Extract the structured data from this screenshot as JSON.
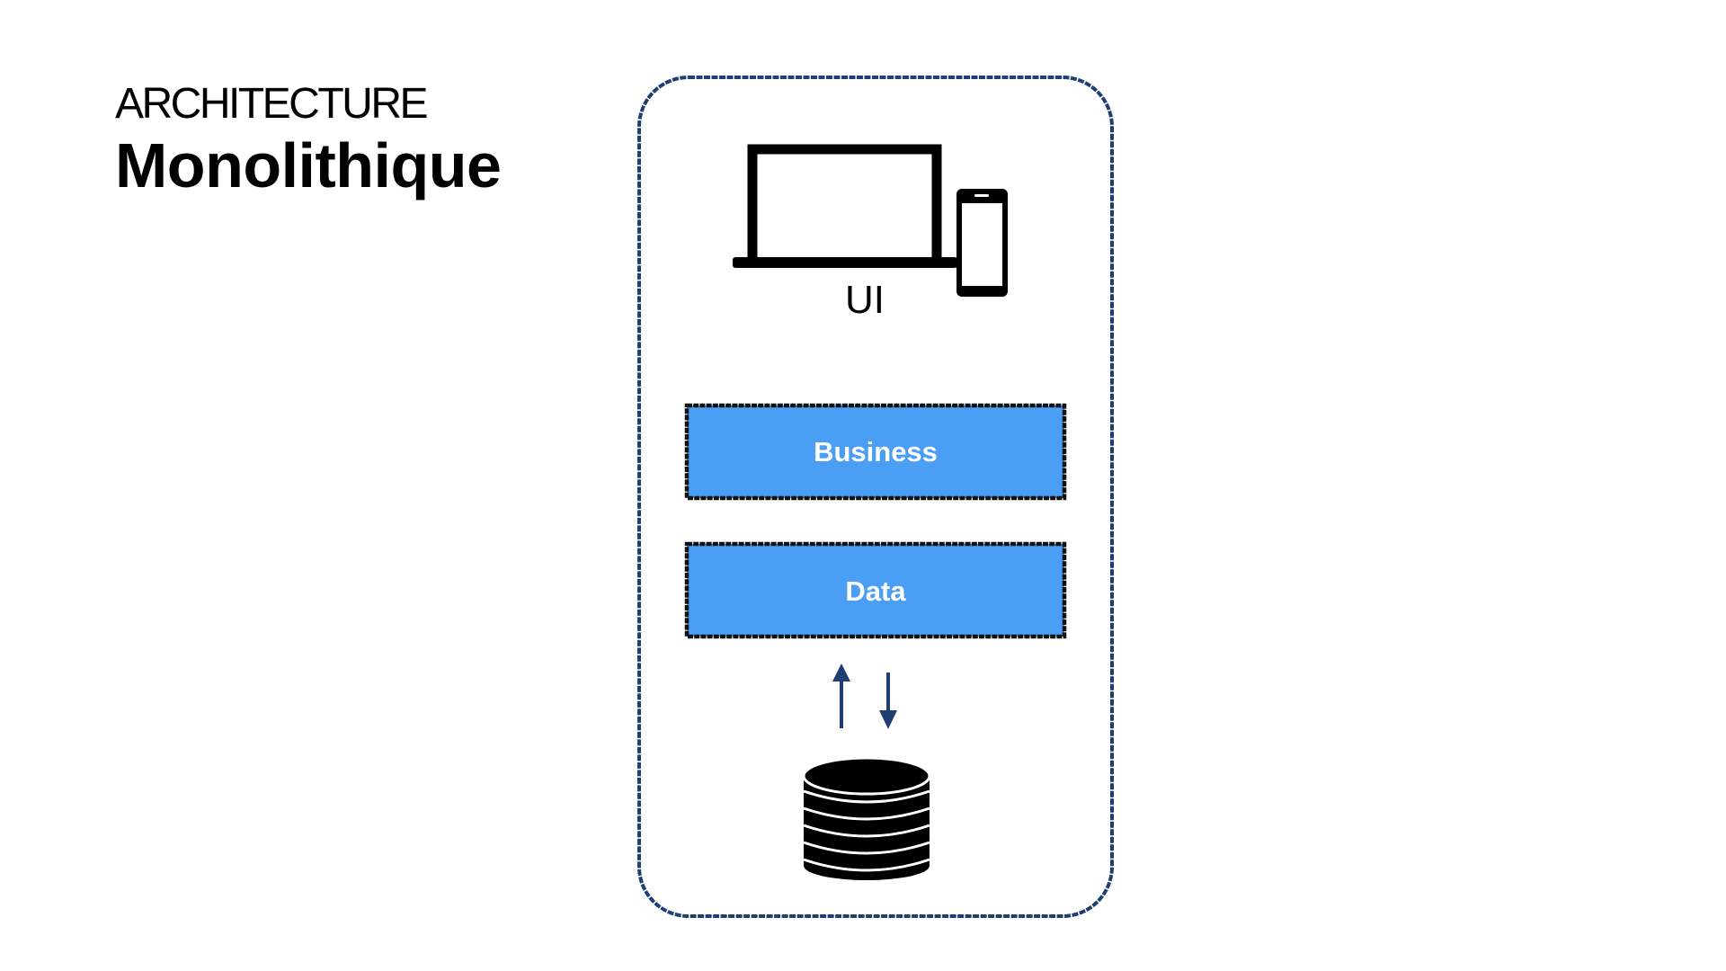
{
  "heading": {
    "subtitle": "ARCHITECTURE",
    "title": "Monolithique"
  },
  "diagram": {
    "ui_label": "UI",
    "business_label": "Business",
    "data_label": "Data",
    "icons": {
      "laptop": "laptop-icon",
      "phone": "smartphone-icon",
      "database": "database-icon",
      "arrow_up": "arrow-up-icon",
      "arrow_down": "arrow-down-icon"
    }
  },
  "colors": {
    "container_border": "#1f3f73",
    "layer_fill": "#4a9ff5",
    "layer_border": "#111111",
    "arrow": "#1f3f73",
    "icon": "#000000"
  }
}
